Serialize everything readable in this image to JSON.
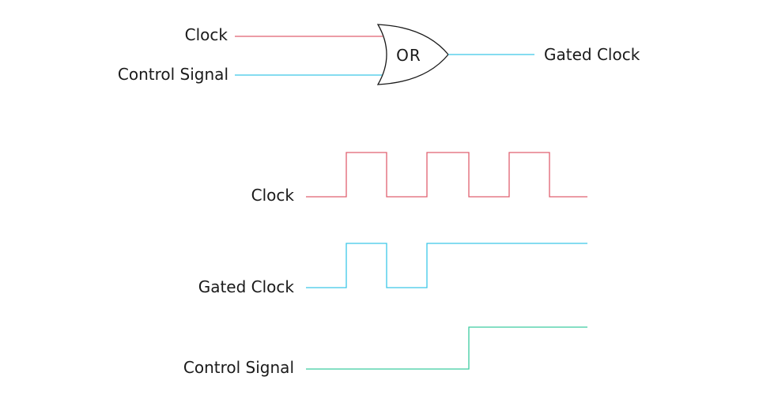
{
  "gate": {
    "type": "OR",
    "inputs": [
      "Clock",
      "Control Signal"
    ],
    "output": "Gated Clock",
    "label": "OR"
  },
  "circuit_labels": {
    "clock": "Clock",
    "control": "Control Signal",
    "output": "Gated Clock"
  },
  "waveforms": [
    {
      "id": "clock",
      "label": "Clock",
      "color": "#e06070",
      "levels": [
        0,
        1,
        0,
        1,
        0,
        1,
        0
      ]
    },
    {
      "id": "gated",
      "label": "Gated Clock",
      "color": "#3cc8e8",
      "levels": [
        0,
        1,
        0,
        1,
        1,
        1,
        1
      ]
    },
    {
      "id": "control",
      "label": "Control Signal",
      "color": "#3ccca0",
      "levels": [
        0,
        0,
        0,
        0,
        1,
        1,
        1
      ]
    }
  ],
  "colors": {
    "clock_wire": "#e06070",
    "control_wire": "#3cc8e8",
    "output_wire": "#3cc8e8",
    "gate_stroke": "#1a1a1a"
  }
}
